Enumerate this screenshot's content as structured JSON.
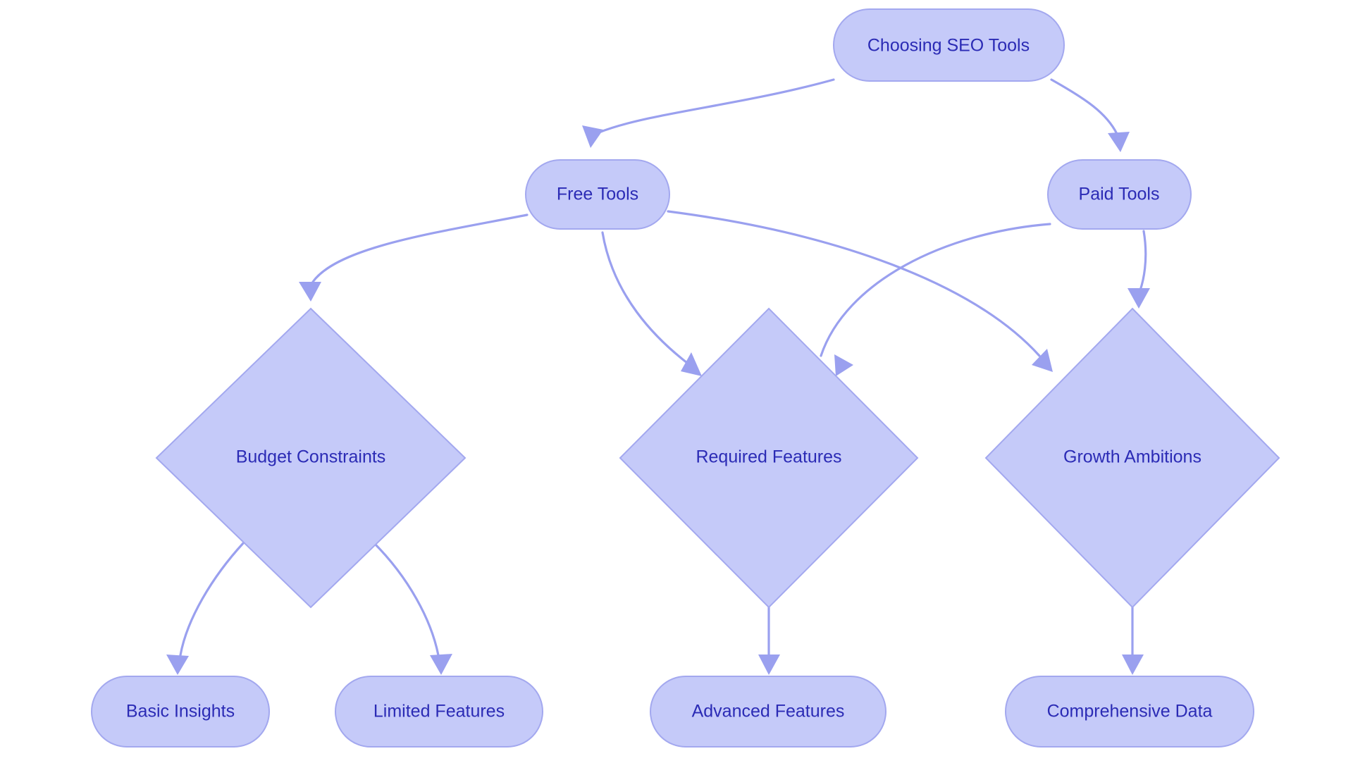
{
  "diagram": {
    "type": "flowchart",
    "title": "Choosing SEO Tools",
    "orientation": "top-down",
    "background_color": "#ffffff",
    "node_fill_color": "#c5caf9",
    "node_stroke_color": "#a3a8ef",
    "node_text_color": "#2b2bb5",
    "edge_color": "#9aa0ef"
  },
  "nodes": {
    "root": {
      "label": "Choosing SEO Tools",
      "shape": "rounded-rectangle"
    },
    "free_tools": {
      "label": "Free Tools",
      "shape": "rounded-rectangle"
    },
    "paid_tools": {
      "label": "Paid Tools",
      "shape": "rounded-rectangle"
    },
    "budget_constraints": {
      "label": "Budget Constraints",
      "shape": "diamond"
    },
    "required_features": {
      "label": "Required Features",
      "shape": "diamond"
    },
    "growth_ambitions": {
      "label": "Growth Ambitions",
      "shape": "diamond"
    },
    "basic_insights": {
      "label": "Basic Insights",
      "shape": "rounded-rectangle"
    },
    "limited_features": {
      "label": "Limited Features",
      "shape": "rounded-rectangle"
    },
    "advanced_features": {
      "label": "Advanced Features",
      "shape": "rounded-rectangle"
    },
    "comprehensive_data": {
      "label": "Comprehensive Data",
      "shape": "rounded-rectangle"
    }
  },
  "edges": [
    {
      "from": "root",
      "to": "free_tools",
      "label": ""
    },
    {
      "from": "root",
      "to": "paid_tools",
      "label": ""
    },
    {
      "from": "free_tools",
      "to": "budget_constraints",
      "label": ""
    },
    {
      "from": "free_tools",
      "to": "required_features",
      "label": ""
    },
    {
      "from": "free_tools",
      "to": "growth_ambitions",
      "label": ""
    },
    {
      "from": "paid_tools",
      "to": "required_features",
      "label": ""
    },
    {
      "from": "paid_tools",
      "to": "growth_ambitions",
      "label": ""
    },
    {
      "from": "budget_constraints",
      "to": "basic_insights",
      "label": ""
    },
    {
      "from": "budget_constraints",
      "to": "limited_features",
      "label": ""
    },
    {
      "from": "required_features",
      "to": "advanced_features",
      "label": ""
    },
    {
      "from": "growth_ambitions",
      "to": "comprehensive_data",
      "label": ""
    }
  ]
}
